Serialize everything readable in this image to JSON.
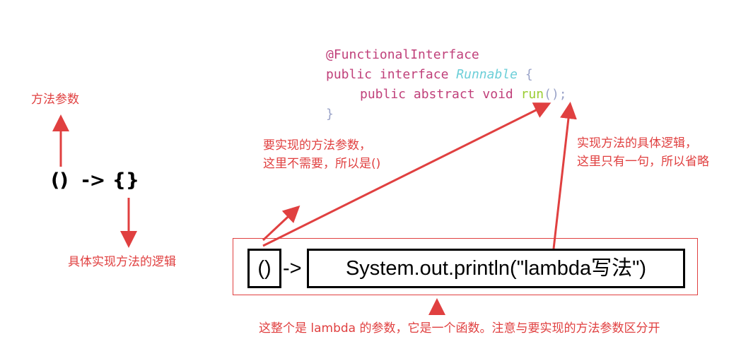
{
  "code": {
    "annotation": "@FunctionalInterface",
    "kw_public": "public",
    "kw_interface": "interface",
    "iface_name": "Runnable",
    "open_brace": "{",
    "method_modifiers": "public abstract void",
    "method_name": "run",
    "method_parens": "()",
    "semicolon": ";",
    "close_brace": "}"
  },
  "left": {
    "label_params": "方法参数",
    "lambda_syntax": "()  -> {}",
    "label_logic": "具体实现方法的逻辑"
  },
  "notes": {
    "params_note": "要实现的方法参数，\n这里不需要，所以是()",
    "logic_note": "实现方法的具体逻辑，\n这里只有一句，所以省略",
    "bottom_note": "这整个是 lambda 的参数，它是一个函数。注意与要实现的方法参数区分开"
  },
  "example": {
    "params": "()",
    "arrow": "->",
    "body": "System.out.println(\"lambda写法\")"
  },
  "colors": {
    "accent_red": "#e04040",
    "keyword": "#c0407a",
    "interface_name": "#6ccfd8",
    "method_name": "#9acd32"
  }
}
